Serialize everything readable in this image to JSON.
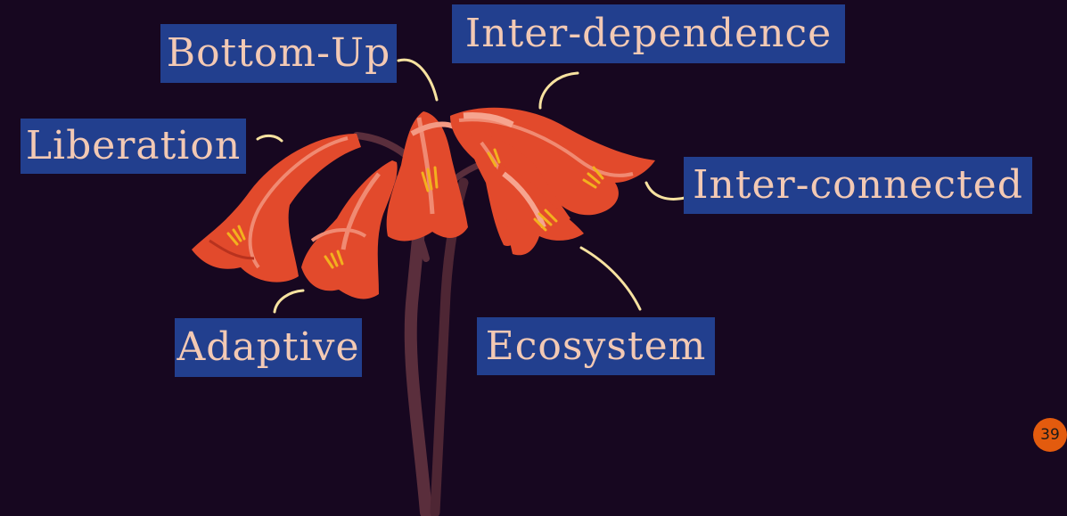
{
  "labels": {
    "bottom_up": "Bottom-Up",
    "inter_dependence": "Inter-dependence",
    "liberation": "Liberation",
    "inter_connected": "Inter-connected",
    "adaptive": "Adaptive",
    "ecosystem": "Ecosystem"
  },
  "page_number": "39",
  "colors": {
    "background": "#170720",
    "label_background": "#223F8E",
    "label_text": "#F3C9B4",
    "connector": "#F7E2A0",
    "petal": "#E24A2C",
    "petal_light": "#F08A72",
    "stem": "#5A2E3C",
    "stamen": "#F3B11E",
    "page_badge": "#E35B0E",
    "page_text": "#1A1A1A"
  },
  "illustration": "red-flower-cluster"
}
